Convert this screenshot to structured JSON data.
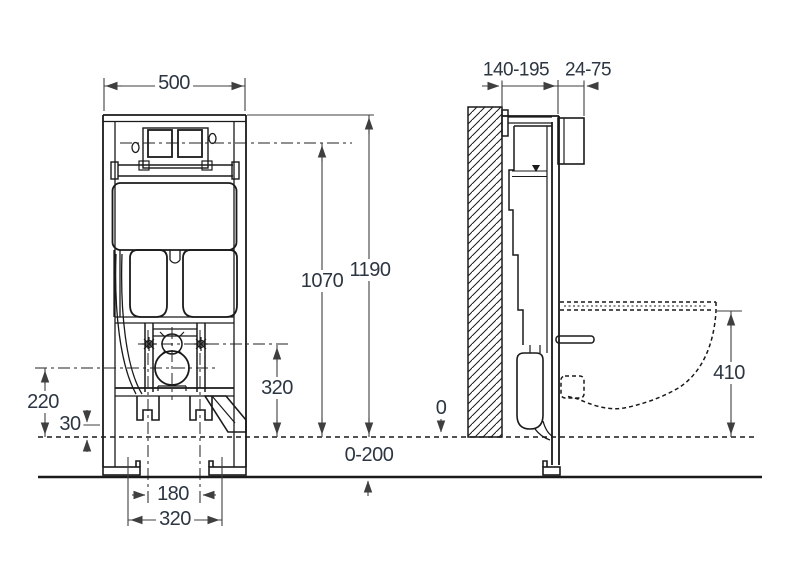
{
  "diagram": {
    "type": "technical-installation-drawing",
    "subject": "concealed-cistern-frame-for-wall-hung-toilet",
    "views": {
      "left": "front-elevation",
      "right": "side-section"
    },
    "dimensions": {
      "frame_width": "500",
      "flush_plate_center_height": "1070",
      "frame_total_height": "1190",
      "outlet_bracket_height": "320",
      "outlet_center_height": "220",
      "frame_bottom_clearance": "30",
      "fixing_bolt_spacing": "180",
      "floor_fixing_spacing": "320",
      "frame_depth_range": "140-195",
      "flush_plate_depth_range": "24-75",
      "bowl_rim_height": "410",
      "finished_floor_level": "0",
      "leg_adjustment_range": "0-200"
    },
    "colors": {
      "drawing_line": "#1a1a1a",
      "dimension_line": "#3f3f3f",
      "label_text": "#2c3642",
      "background": "#ffffff"
    }
  }
}
